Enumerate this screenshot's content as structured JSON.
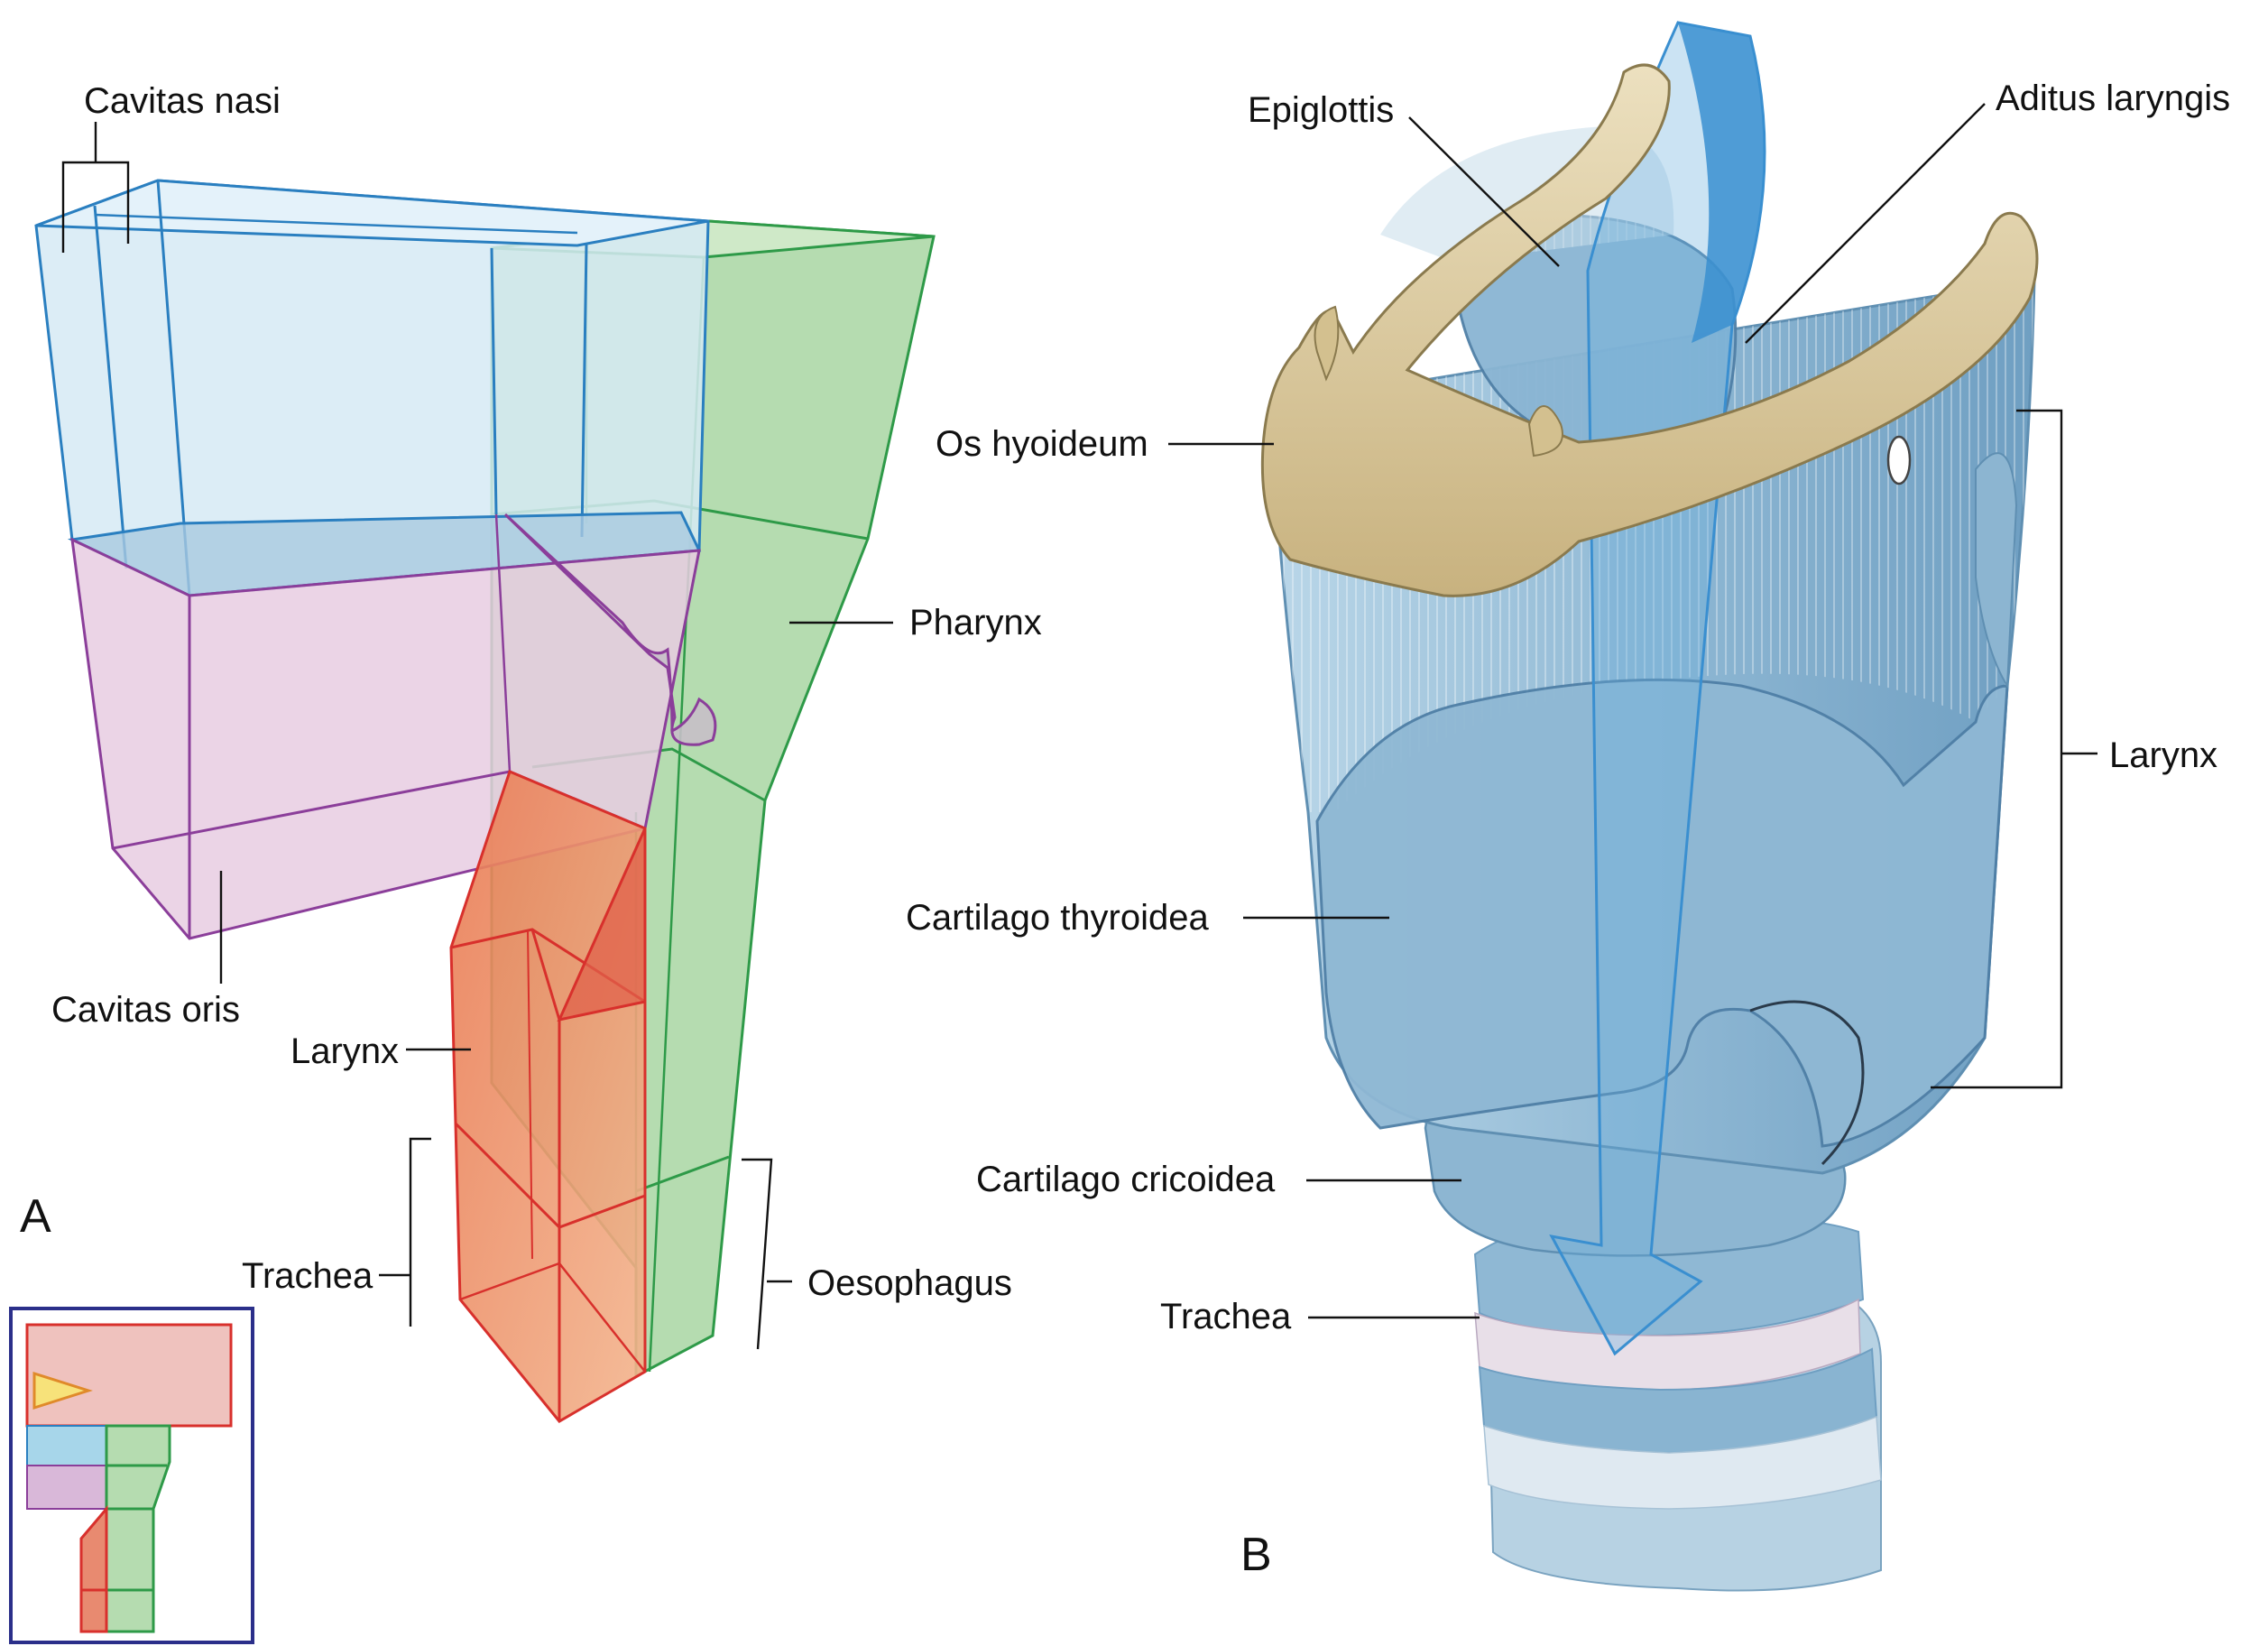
{
  "panel_a": {
    "letter": "A",
    "labels": {
      "cavitas_nasi": "Cavitas nasi",
      "pharynx": "Pharynx",
      "cavitas_oris": "Cavitas oris",
      "larynx": "Larynx",
      "trachea": "Trachea",
      "oesophagus": "Oesophagus"
    }
  },
  "panel_b": {
    "letter": "B",
    "labels": {
      "epiglottis": "Epiglottis",
      "aditus_laryngis": "Aditus laryngis",
      "os_hyoideum": "Os hyoideum",
      "larynx": "Larynx",
      "cartilago_thyroidea": "Cartilago thyroidea",
      "cartilago_cricoidea": "Cartilago cricoidea",
      "trachea": "Trachea"
    }
  },
  "colors": {
    "nasal": "#2a7fc0",
    "oral": "#8b3e9a",
    "pharynx": "#2e9a48",
    "larynx": "#d8302c",
    "cartilage": "#9cc3dc",
    "bone": "#d9c79c",
    "airflow": "#3a8fd0",
    "key_frame": "#2b2f8a"
  }
}
